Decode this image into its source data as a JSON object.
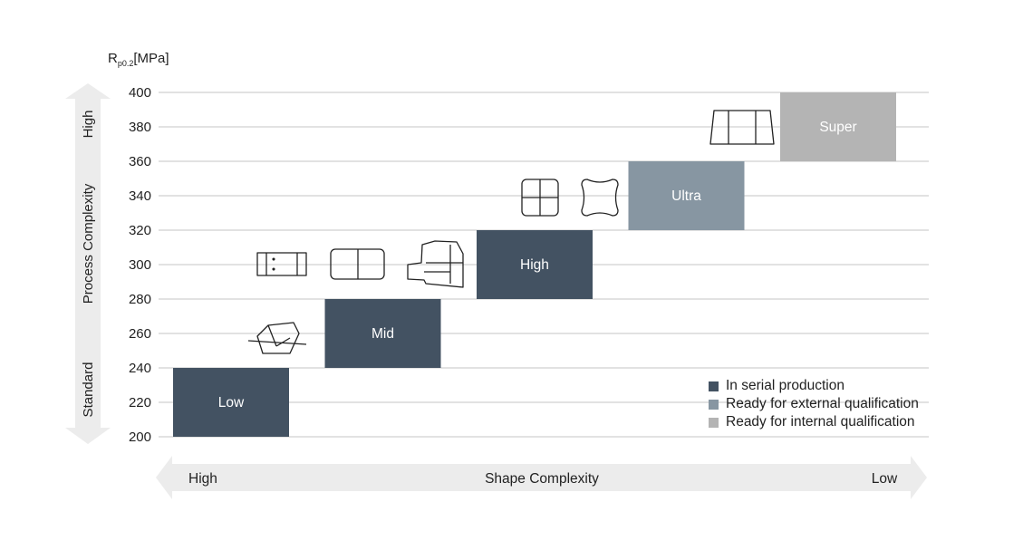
{
  "chart_data": {
    "type": "bar",
    "y_axis_label_main": "R",
    "y_axis_label_sub": "p0.2",
    "y_axis_label_unit": "[MPa]",
    "ylim": [
      200,
      400
    ],
    "yticks": [
      200,
      220,
      240,
      260,
      280,
      300,
      320,
      340,
      360,
      380,
      400
    ],
    "grid": true,
    "x_axis": {
      "label": "Shape Complexity",
      "left_label": "High",
      "right_label": "Low"
    },
    "y_axis_side": {
      "label": "Process Complexity",
      "top_label": "High",
      "bottom_label": "Standard"
    },
    "bars": [
      {
        "label": "Low",
        "y_start": 200,
        "y_end": 240,
        "status": "serial"
      },
      {
        "label": "Mid",
        "y_start": 240,
        "y_end": 280,
        "status": "serial"
      },
      {
        "label": "High",
        "y_start": 280,
        "y_end": 320,
        "status": "serial"
      },
      {
        "label": "Ultra",
        "y_start": 320,
        "y_end": 360,
        "status": "external"
      },
      {
        "label": "Super",
        "y_start": 360,
        "y_end": 400,
        "status": "internal"
      }
    ],
    "legend": [
      {
        "key": "serial",
        "label": "In serial production",
        "color": "#435262"
      },
      {
        "key": "external",
        "label": "Ready for external qualification",
        "color": "#8796a2"
      },
      {
        "key": "internal",
        "label": "Ready for internal qualification",
        "color": "#b4b4b4"
      }
    ],
    "legend_placement": "bottom-right"
  }
}
